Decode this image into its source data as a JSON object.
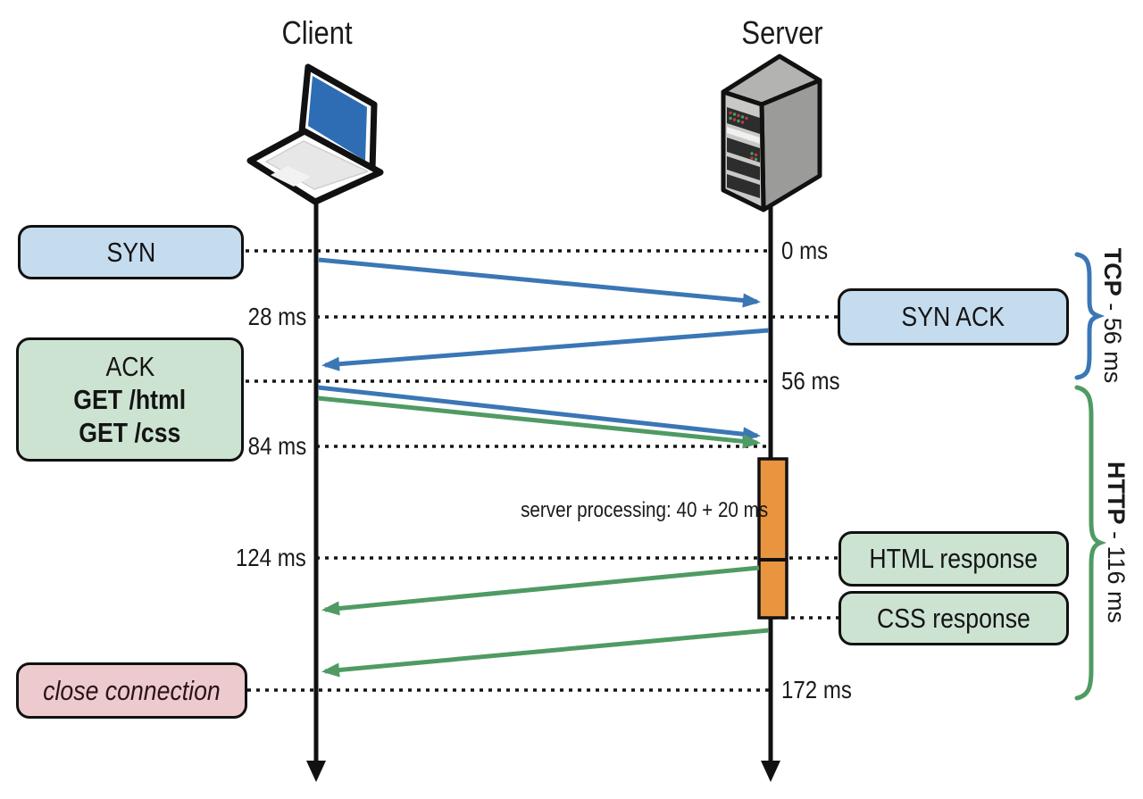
{
  "header": {
    "client_label": "Client",
    "server_label": "Server"
  },
  "boxes": {
    "syn": {
      "label": "SYN"
    },
    "syn_ack": {
      "label": "SYN ACK"
    },
    "request": {
      "lines": [
        {
          "text": "ACK",
          "bold": false
        },
        {
          "text": "GET /html",
          "bold": true
        },
        {
          "text": "GET /css",
          "bold": true
        }
      ]
    },
    "html_response": {
      "label": "HTML response"
    },
    "css_response": {
      "label": "CSS response"
    },
    "close": {
      "label": "close connection"
    }
  },
  "timeline": {
    "left_labels": [
      {
        "text": "28 ms"
      },
      {
        "text": "84 ms"
      },
      {
        "text": "124 ms"
      }
    ],
    "right_labels": [
      {
        "text": "0 ms"
      },
      {
        "text": "56 ms"
      },
      {
        "text": "172 ms"
      }
    ]
  },
  "annotations": {
    "server_processing": "server processing: 40 + 20 ms",
    "tcp_brace": {
      "bold": "TCP",
      "rest": " - 56 ms"
    },
    "http_brace": {
      "bold": "HTTP",
      "rest": " - 116 ms"
    }
  },
  "colors": {
    "blue_box": "#c5dcef",
    "green_box": "#cce3d2",
    "pink_box": "#eccacd",
    "arrow_blue": "#3b76b5",
    "arrow_green": "#4f9b63",
    "processing_orange": "#e9953f",
    "laptop_screen_blue": "#2e6db4"
  }
}
